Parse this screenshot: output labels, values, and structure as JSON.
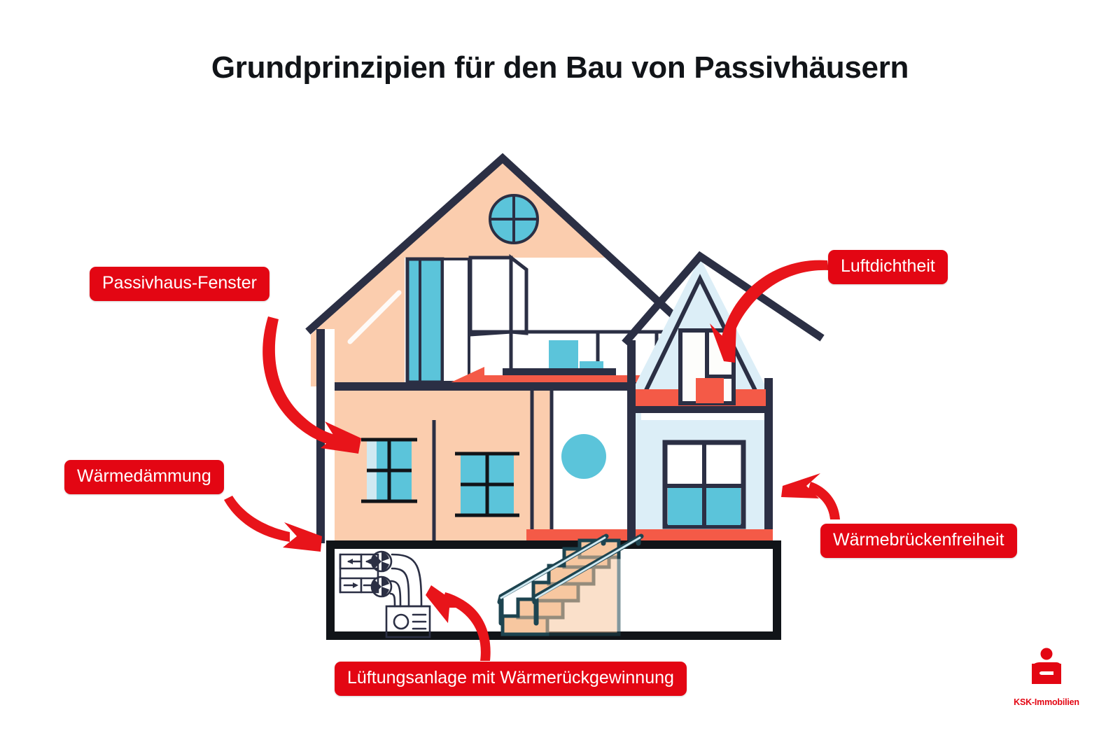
{
  "page": {
    "title": "Grundprinzipien für den Bau von Passivhäusern",
    "language": "de",
    "background_color": "#ffffff"
  },
  "colors": {
    "label_red": "#e30613",
    "arrow_red": "#e8141a",
    "outline_navy": "#2b2f44",
    "wall_peach": "#fbcdae",
    "wall_lightblue": "#dceef7",
    "window_blue": "#5bc4da",
    "floor_coral": "#f45a47",
    "stair_peach": "#f7c7a0",
    "stair_outline": "#1d4450",
    "white": "#ffffff",
    "title_black": "#111418"
  },
  "labels": [
    {
      "id": "passivhaus-fenster",
      "text": "Passivhaus-Fenster",
      "position": "left-upper"
    },
    {
      "id": "waermedaemmung",
      "text": "Wärmedämmung",
      "position": "left-lower"
    },
    {
      "id": "luftdichtheit",
      "text": "Luftdichtheit",
      "position": "right-upper"
    },
    {
      "id": "waermebrueckenfreiheit",
      "text": "Wärmebrückenfreiheit",
      "position": "right-lower"
    },
    {
      "id": "lueftungsanlage",
      "text": "Lüftungsanlage mit Wärmerückgewinnung",
      "position": "bottom-center"
    }
  ],
  "arrows": [
    {
      "id": "arrow-fenster",
      "from": "passivhaus-fenster",
      "to": "main-floor-left-wall"
    },
    {
      "id": "arrow-daemmung",
      "from": "waermedaemmung",
      "to": "exterior-wall-insulation"
    },
    {
      "id": "arrow-luft",
      "from": "luftdichtheit",
      "to": "right-wing-attic-window"
    },
    {
      "id": "arrow-bruecken",
      "from": "waermebrueckenfreiheit",
      "to": "right-wing-wall-slab-junction"
    },
    {
      "id": "arrow-lueftung",
      "from": "lueftungsanlage",
      "to": "basement-ventilation-unit"
    }
  ],
  "illustration": {
    "subject": "house-cross-section",
    "parts": [
      "main-gable-roof",
      "attic-round-window",
      "attic-tall-window",
      "attic-open-door",
      "attic-furniture",
      "upper-floor-slab",
      "ground-floor-window-left",
      "ground-floor-window-right",
      "ground-floor-circle-decor",
      "right-wing-gable-roof",
      "right-wing-attic-window",
      "right-wing-ground-window",
      "basement-ventilation-unit",
      "basement-staircase",
      "foundation-slab"
    ]
  },
  "logo": {
    "name": "KSK-Immobilien",
    "mark": "sparkasse-s-icon",
    "color": "#e30613"
  }
}
